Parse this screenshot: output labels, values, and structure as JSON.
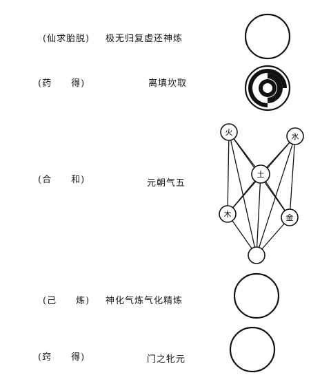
{
  "stages": [
    {
      "label": "(仙求胎脱)",
      "title": "极无归复虚还神炼"
    },
    {
      "label": "(药　　得)",
      "title": "离填坎取"
    },
    {
      "label": "(合　　和)",
      "title": "元朝气五"
    },
    {
      "label": "(己　　炼)",
      "title": "神化气炼气化精炼"
    },
    {
      "label": "(窍　　得)",
      "title": "门之牝元"
    }
  ],
  "elements": {
    "fire": "火",
    "water": "水",
    "earth": "土",
    "wood": "木",
    "metal": "金"
  },
  "colors": {
    "ink": "#111111",
    "paper": "#ffffff"
  }
}
